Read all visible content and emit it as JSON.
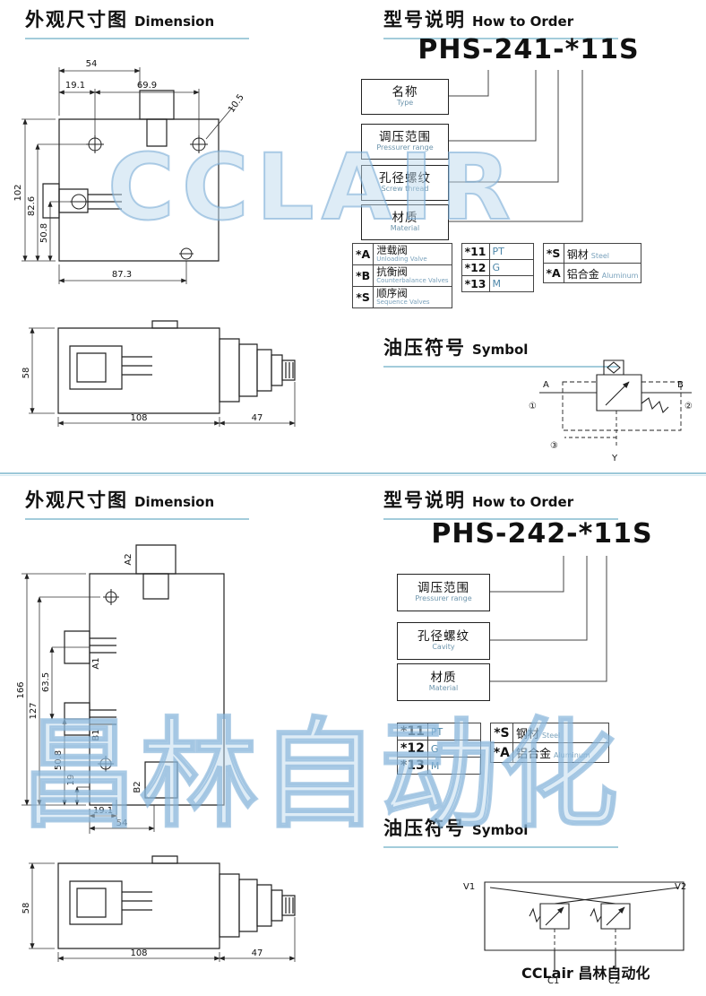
{
  "watermark": {
    "top": "CCLAIR",
    "bottom": "昌林自动化"
  },
  "footer": {
    "brand": "CCLair 昌林自动化"
  },
  "s1": {
    "dim_title_zh": "外观尺寸图",
    "dim_title_en": "Dimension",
    "order_title_zh": "型号说明",
    "order_title_en": "How to Order",
    "model": "PHS-241-*11S",
    "boxes": [
      {
        "zh": "名称",
        "en": "Type"
      },
      {
        "zh": "调压范围",
        "en": "Pressurer range"
      },
      {
        "zh": "孔径螺纹",
        "en": "Screw thread"
      },
      {
        "zh": "材质",
        "en": "Material"
      }
    ],
    "table_function": [
      {
        "code": "*A",
        "zh": "泄载阀",
        "en": "Unloading Valve"
      },
      {
        "code": "*B",
        "zh": "抗衡阀",
        "en": "Counterbalance Valves"
      },
      {
        "code": "*S",
        "zh": "顺序阀",
        "en": "Sequence Valves"
      }
    ],
    "table_thread": [
      {
        "code": "*11",
        "val": "PT"
      },
      {
        "code": "*12",
        "val": "G"
      },
      {
        "code": "*13",
        "val": "M"
      }
    ],
    "table_material": [
      {
        "code": "*S",
        "zh": "钢材",
        "en": "Steel"
      },
      {
        "code": "*A",
        "zh": "铝合金",
        "en": "Aluminum"
      }
    ],
    "symbol_title_zh": "油压符号",
    "symbol_title_en": "Symbol",
    "symbol": {
      "A": "A",
      "B": "B",
      "n1": "①",
      "n2": "②",
      "n3": "③",
      "Y": "Y"
    },
    "top_view_dims": {
      "w54": "54",
      "w19_1": "19.1",
      "w69_9": "69.9",
      "d10_5": "10.5",
      "h102": "102",
      "h82_6": "82.6",
      "h50_8": "50.8",
      "w87_3": "87.3"
    },
    "front_view_dims": {
      "h58": "58",
      "w108": "108",
      "w47": "47"
    }
  },
  "s2": {
    "dim_title_zh": "外观尺寸图",
    "dim_title_en": "Dimension",
    "order_title_zh": "型号说明",
    "order_title_en": "How to Order",
    "model": "PHS-242-*11S",
    "boxes": [
      {
        "zh": "调压范围",
        "en": "Pressurer range"
      },
      {
        "zh": "孔径螺纹",
        "en": "Cavity"
      },
      {
        "zh": "材质",
        "en": "Material"
      }
    ],
    "table_thread": [
      {
        "code": "*11",
        "val": "PT"
      },
      {
        "code": "*12",
        "val": "G"
      },
      {
        "code": "*13",
        "val": "M"
      }
    ],
    "table_material": [
      {
        "code": "*S",
        "zh": "钢材",
        "en": "Steel"
      },
      {
        "code": "*A",
        "zh": "铝合金",
        "en": "Aluminum"
      }
    ],
    "symbol_title_zh": "油压符号",
    "symbol_title_en": "Symbol",
    "symbol": {
      "V1": "V1",
      "V2": "V2",
      "C1": "C1",
      "C2": "C2"
    },
    "top_view_dims": {
      "h166": "166",
      "h127": "127",
      "h63_5": "63.5",
      "h50_8": "50.8",
      "h19": "19",
      "w19_1": "19.1",
      "w54": "54",
      "pA2": "A2",
      "pA1": "A1",
      "pB1": "B1",
      "pB2": "B2"
    },
    "front_view_dims": {
      "h58": "58",
      "w108": "108",
      "w47": "47"
    }
  }
}
